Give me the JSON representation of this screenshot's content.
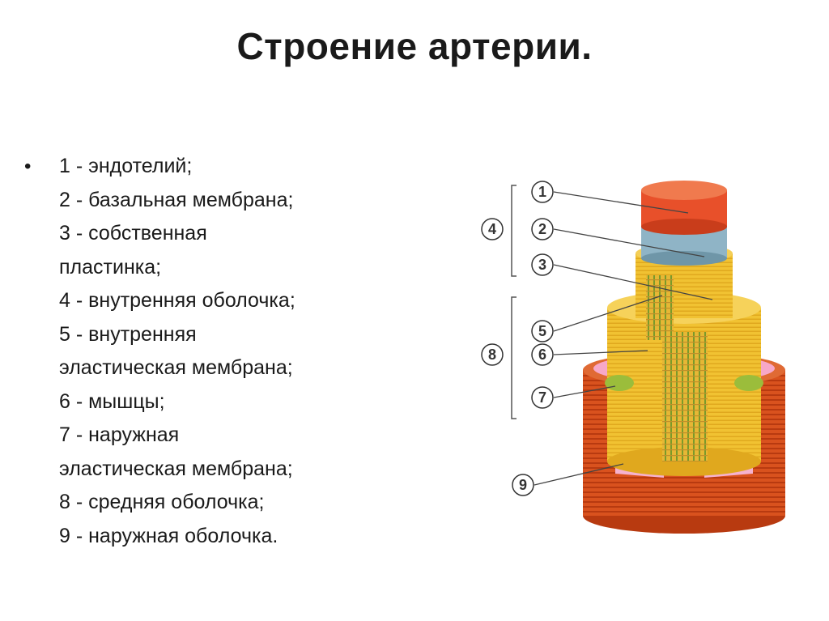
{
  "title": "Строение артерии.",
  "legend": {
    "bullet": "•",
    "lines": [
      "1 - эндотелий;",
      "2 - базальная мембрана;",
      "3 - собственная",
      "пластинка;",
      "4 - внутренняя оболочка;",
      "5 - внутренняя",
      "эластическая мембрана;",
      "6 - мышцы;",
      "7 - наружная",
      "эластическая мембрана;",
      "8 - средняя оболочка;",
      "9 - наружная оболочка."
    ]
  },
  "diagram": {
    "callouts": [
      "1",
      "2",
      "3",
      "4",
      "5",
      "6",
      "7",
      "8",
      "9"
    ]
  },
  "colors": {
    "adventitia": "#d9521e",
    "adventitia_dark": "#b83a10",
    "external_elastic": "#f7a8c8",
    "media": "#f1c232",
    "muscle_stripes": "#7a9a2a",
    "endothelium": "#e8502a",
    "basement": "#8fb4c6"
  }
}
